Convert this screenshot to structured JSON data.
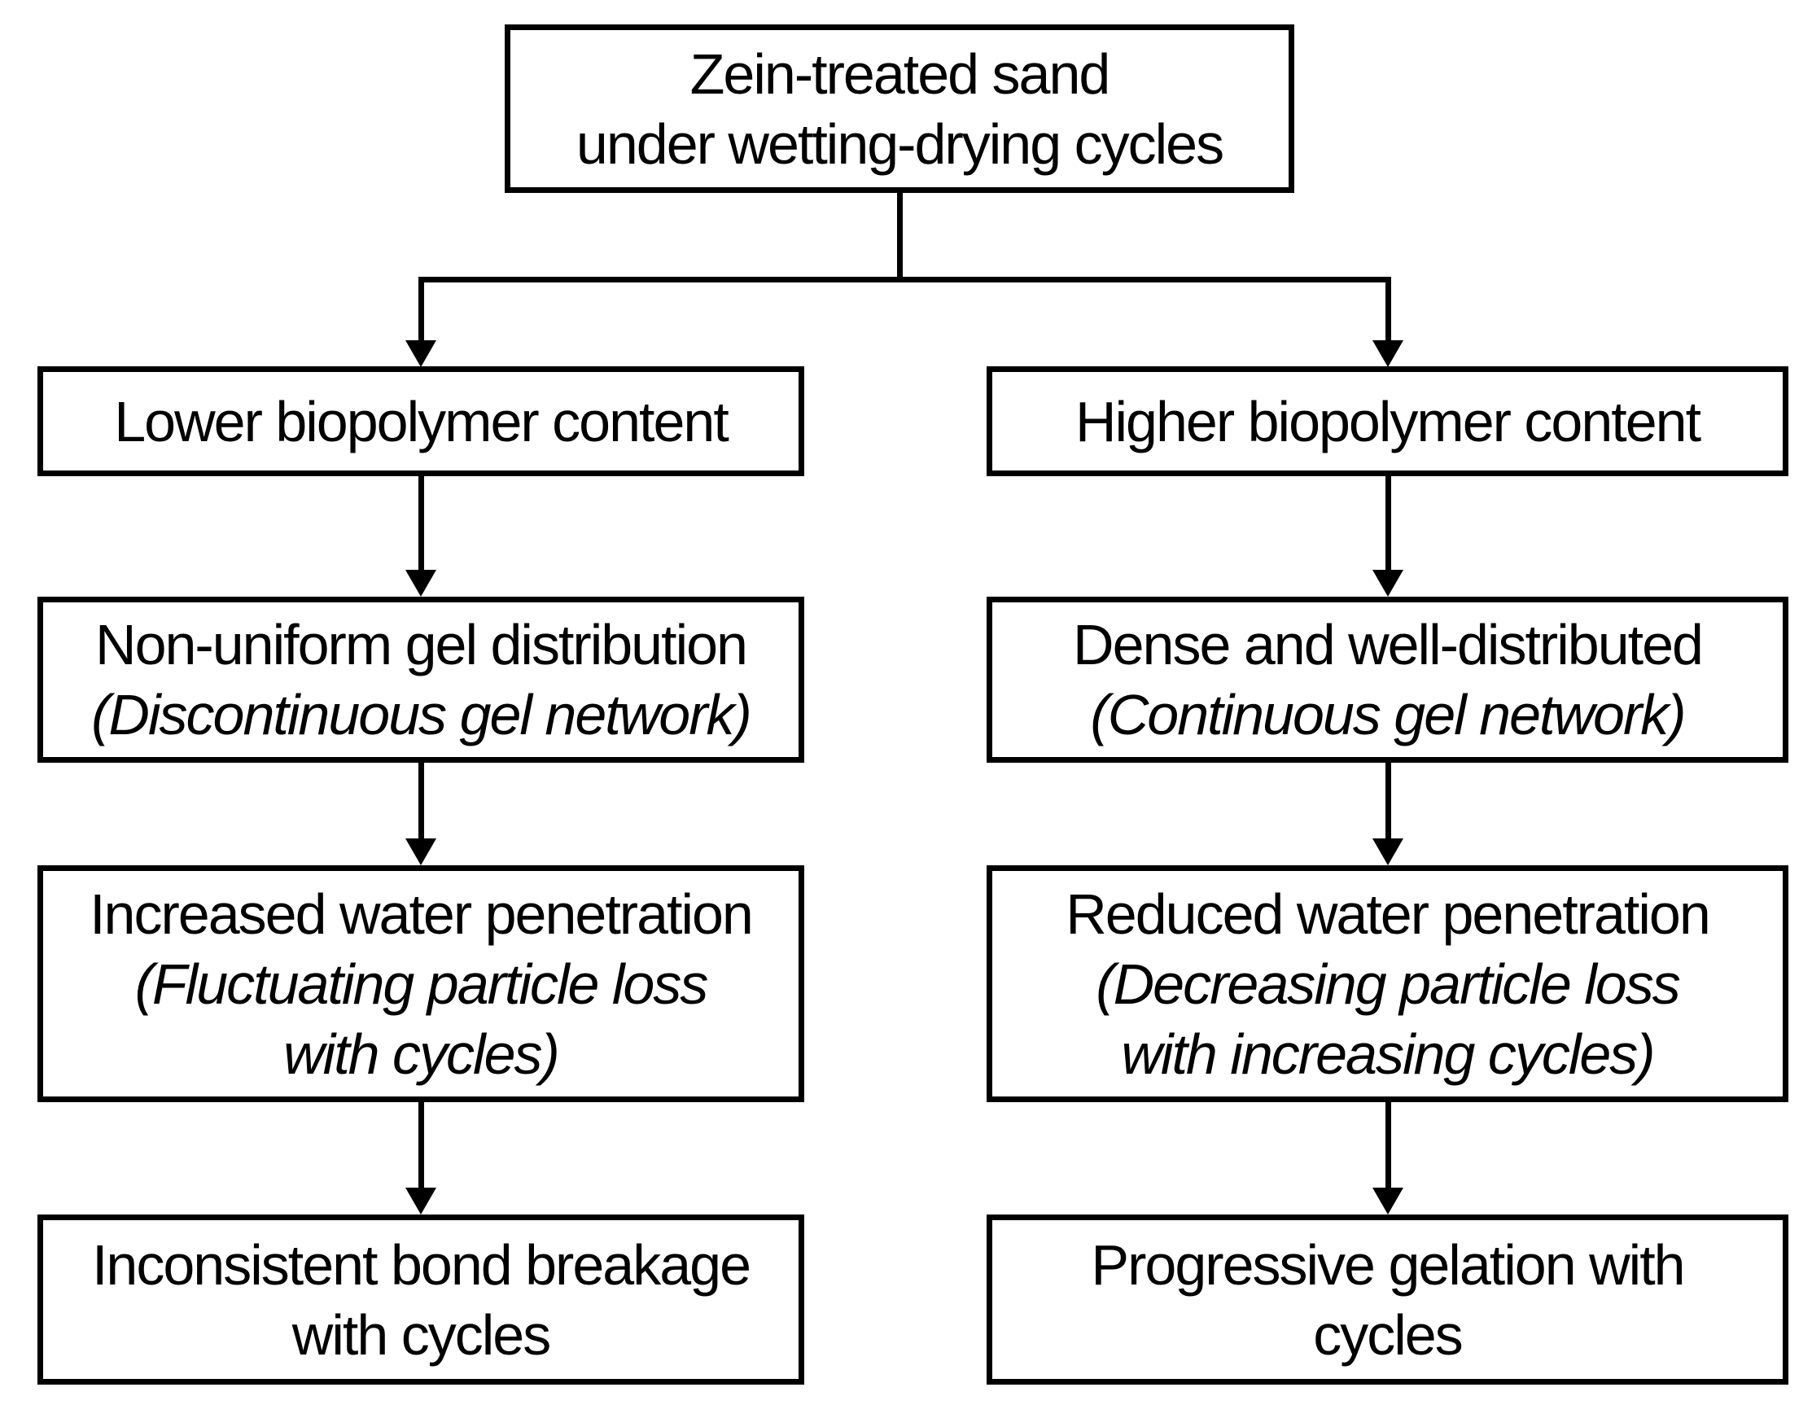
{
  "diagram": {
    "title_node": "Zein-treated sand under wetting-drying cycles",
    "type": "flowchart",
    "colors": {
      "background": "#ffffff",
      "box_border": "#000000",
      "text": "#000000",
      "connector": "#000000"
    },
    "nodes": {
      "root": {
        "lines": [
          "Zein-treated sand",
          "under wetting-drying cycles"
        ]
      },
      "left1": {
        "lines": [
          "Lower biopolymer content"
        ]
      },
      "left2": {
        "lines": [
          "Non-uniform gel distribution",
          "(Discontinuous gel network)"
        ]
      },
      "left3": {
        "lines": [
          "Increased water penetration",
          "(Fluctuating particle loss",
          "with cycles)"
        ]
      },
      "left4": {
        "lines": [
          "Inconsistent bond breakage",
          "with cycles"
        ]
      },
      "right1": {
        "lines": [
          "Higher biopolymer content"
        ]
      },
      "right2": {
        "lines": [
          "Dense and well-distributed",
          "(Continuous gel network)"
        ]
      },
      "right3": {
        "lines": [
          "Reduced water penetration",
          "(Decreasing particle loss",
          "with increasing cycles)"
        ]
      },
      "right4": {
        "lines": [
          "Progressive gelation with",
          "cycles"
        ]
      }
    },
    "edges": [
      {
        "from": "root",
        "to": "left1"
      },
      {
        "from": "root",
        "to": "right1"
      },
      {
        "from": "left1",
        "to": "left2"
      },
      {
        "from": "left2",
        "to": "left3"
      },
      {
        "from": "left3",
        "to": "left4"
      },
      {
        "from": "right1",
        "to": "right2"
      },
      {
        "from": "right2",
        "to": "right3"
      },
      {
        "from": "right3",
        "to": "right4"
      }
    ]
  }
}
